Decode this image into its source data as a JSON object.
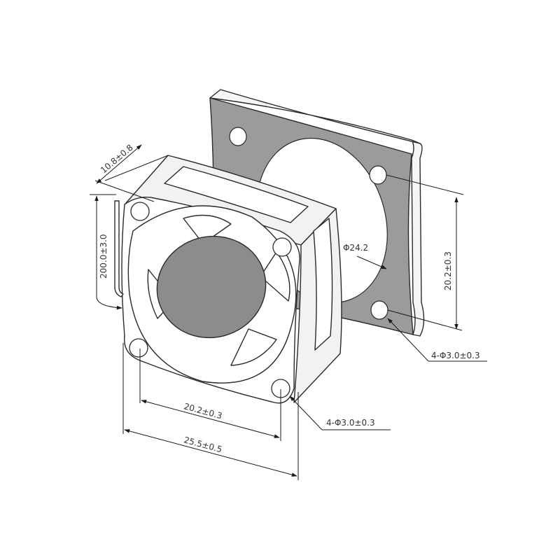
{
  "dimensions": {
    "thickness": "10.8±0.8",
    "cable_length": "200.0±3.0",
    "front_hole_spacing": "20.2±0.3",
    "front_width": "25.5±0.5",
    "front_hole_diameter": "4-Φ3.0±0.3",
    "rear_hole_spacing": "20.2±0.3",
    "rear_hole_diameter": "4-Φ3.0±0.3",
    "bore_diameter": "Φ24.2"
  },
  "colors": {
    "frame_face": "#ffffff",
    "frame_side": "#f2f2f2",
    "plate_side": "#f5f5f5",
    "plate_face": "#9b9b9b",
    "hub": "#8c8c8c",
    "blade": "#ffffff",
    "dimension_line": "#1a1a1a"
  }
}
